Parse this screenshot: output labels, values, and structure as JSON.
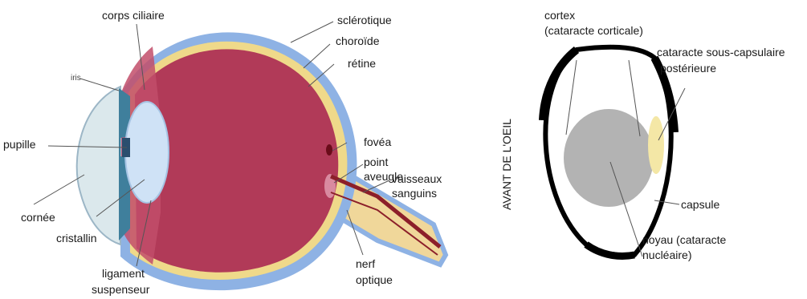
{
  "left_diagram": {
    "labels": {
      "corps_ciliaire": "corps ciliaire",
      "sclerotique": "sclérotique",
      "choroide": "choroïde",
      "retine": "rétine",
      "iris": "iris",
      "pupille": "pupille",
      "fovea": "fovéa",
      "point_aveugle_1": "point",
      "point_aveugle_2": "aveugle",
      "vaisseaux_1": "vaisseaux",
      "vaisseaux_2": "sanguins",
      "cornee": "cornée",
      "cristallin": "cristallin",
      "ligament_1": "ligament",
      "ligament_2": "suspenseur",
      "nerf_1": "nerf",
      "nerf_2": "optique"
    },
    "colors": {
      "sclera": "#8eb2e4",
      "choroid": "#efd98a",
      "eyeball": "#b13a58",
      "lens": "#cfe2f6",
      "cornea": "#dbe8ec",
      "nerve": "#f0d79a",
      "vessel": "#8c1f2a"
    }
  },
  "right_diagram": {
    "labels": {
      "cortex_1": "cortex",
      "cortex_2": "(cataracte corticale)",
      "sous_capsulaire_1": "cataracte sous-capsulaire",
      "sous_capsulaire_2": "postérieure",
      "avant": "AVANT DE L'OEIL",
      "capsule": "capsule",
      "noyau_1": "noyau (cataracte",
      "noyau_2": "nucléaire)"
    },
    "colors": {
      "nucleus": "#b3b3b3",
      "posterior_opacity": "#f4e7a6",
      "capsule": "#000000"
    }
  }
}
